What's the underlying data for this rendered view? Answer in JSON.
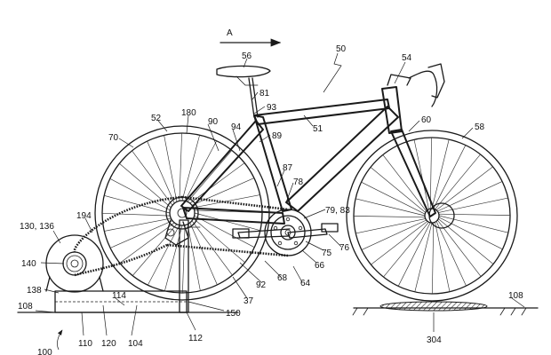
{
  "figure": {
    "direction_label": "A",
    "labels": {
      "l50": "50",
      "l54": "54",
      "l56": "56",
      "l81": "81",
      "l93": "93",
      "l51": "51",
      "l60": "60",
      "l58": "58",
      "l52": "52",
      "l180": "180",
      "l90": "90",
      "l94": "94",
      "l89": "89",
      "l70": "70",
      "l87": "87",
      "l78": "78",
      "l7983": "79, 83",
      "l75": "75",
      "l76": "76",
      "l66": "66",
      "l64": "64",
      "l68": "68",
      "l92": "92",
      "l37": "37",
      "l194": "194",
      "l130136": "130, 136",
      "l140": "140",
      "l138": "138",
      "l114": "114",
      "l108a": "108",
      "l108b": "108",
      "l110": "110",
      "l120": "120",
      "l104": "104",
      "l112": "112",
      "l150": "150",
      "l304": "304",
      "l100": "100"
    }
  }
}
